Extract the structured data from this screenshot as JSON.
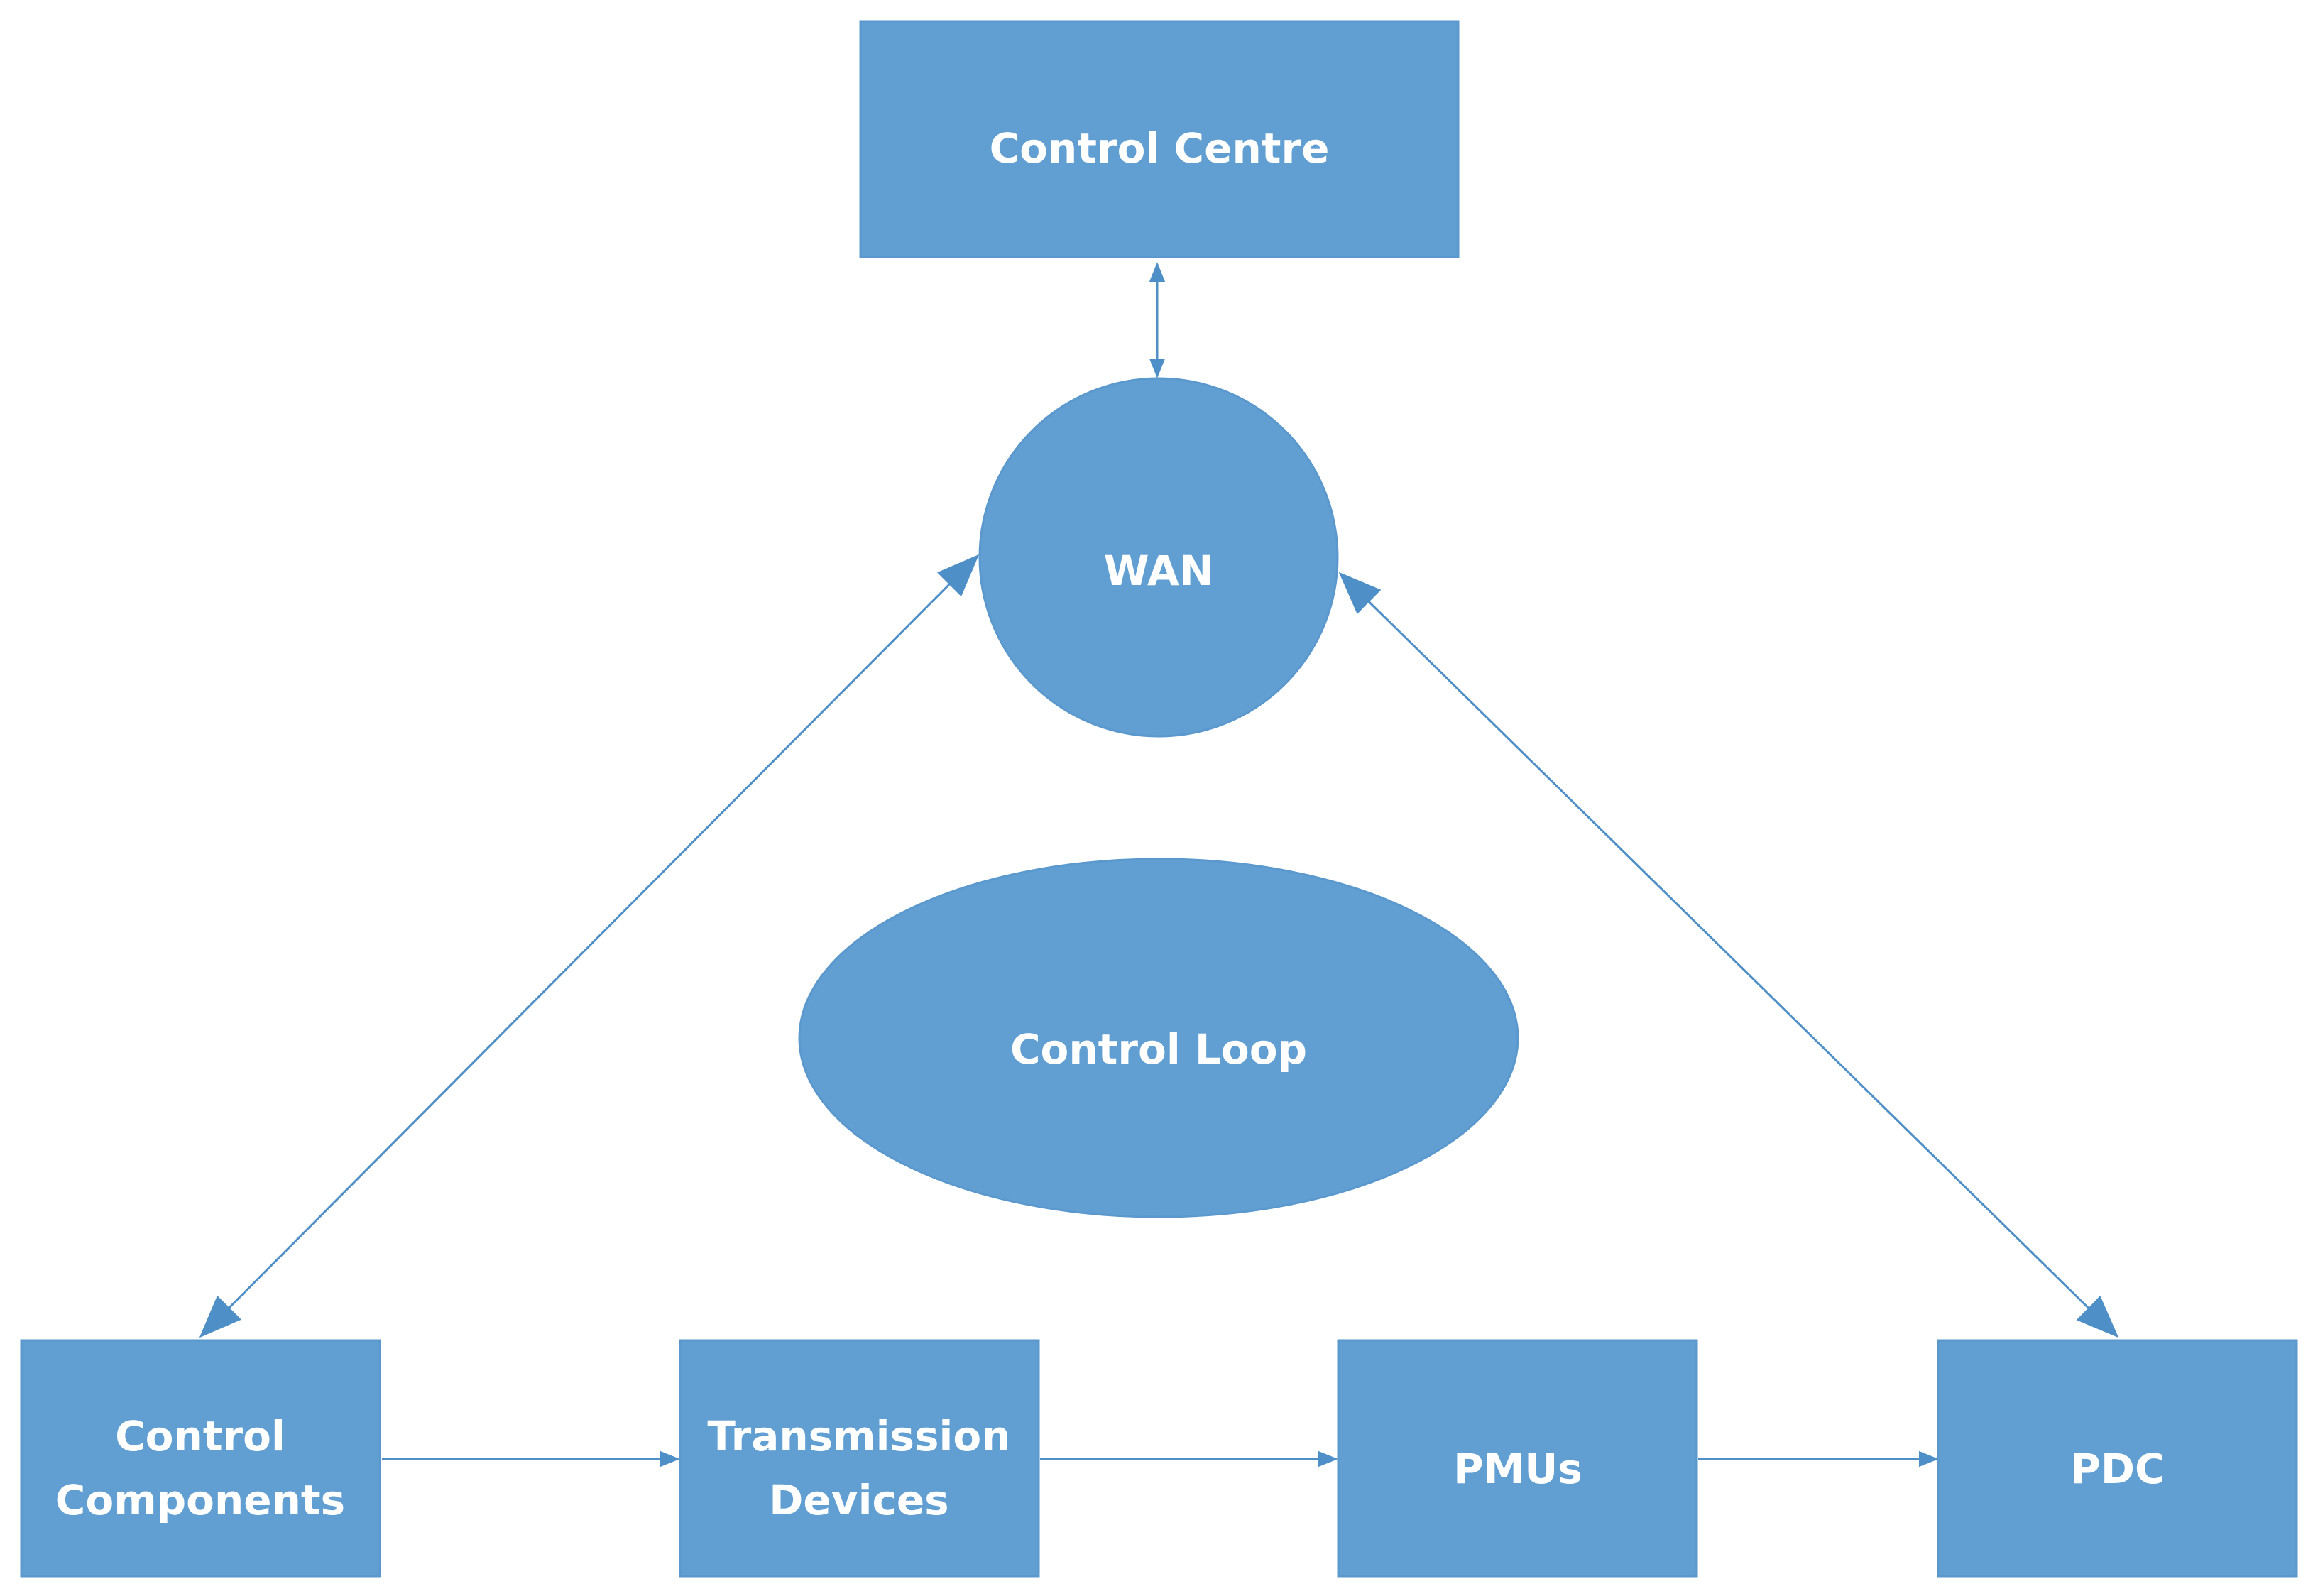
{
  "colors": {
    "node_fill": "#619fd2",
    "node_stroke": "#5a98cd",
    "connector": "#4f8fc7",
    "label": "#ffffff",
    "background": "#ffffff"
  },
  "nodes": {
    "control_centre": {
      "label": "Control Centre"
    },
    "wan": {
      "label": "WAN"
    },
    "control_loop": {
      "label": "Control Loop"
    },
    "control_components": {
      "line1": "Control",
      "line2": "Components"
    },
    "transmission_devices": {
      "line1": "Transmission",
      "line2": "Devices"
    },
    "pmus": {
      "label": "PMUs"
    },
    "pdc": {
      "label": "PDC"
    }
  },
  "edges": [
    {
      "from": "control_centre",
      "to": "wan",
      "direction": "both"
    },
    {
      "from": "wan",
      "to": "control_components",
      "direction": "both"
    },
    {
      "from": "wan",
      "to": "pdc",
      "direction": "both"
    },
    {
      "from": "control_components",
      "to": "transmission_devices",
      "direction": "forward"
    },
    {
      "from": "transmission_devices",
      "to": "pmus",
      "direction": "forward"
    },
    {
      "from": "pmus",
      "to": "pdc",
      "direction": "forward"
    }
  ]
}
